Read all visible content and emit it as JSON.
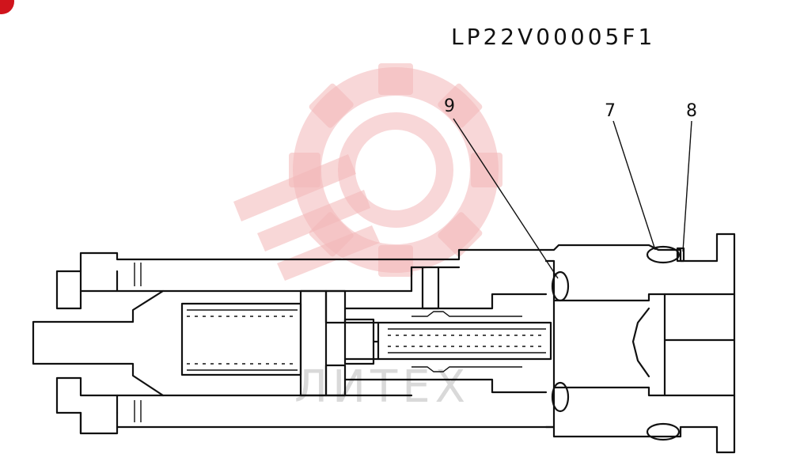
{
  "drawing": {
    "code": "LP22V00005F1",
    "callouts": [
      {
        "id": "callout-9",
        "label": "9"
      },
      {
        "id": "callout-7",
        "label": "7"
      },
      {
        "id": "callout-8",
        "label": "8"
      }
    ]
  },
  "watermark": {
    "text": "ЛИТЕХ",
    "color": "#f3b7b8"
  },
  "colors": {
    "line": "#111111",
    "corner_mark": "#d0141c"
  }
}
